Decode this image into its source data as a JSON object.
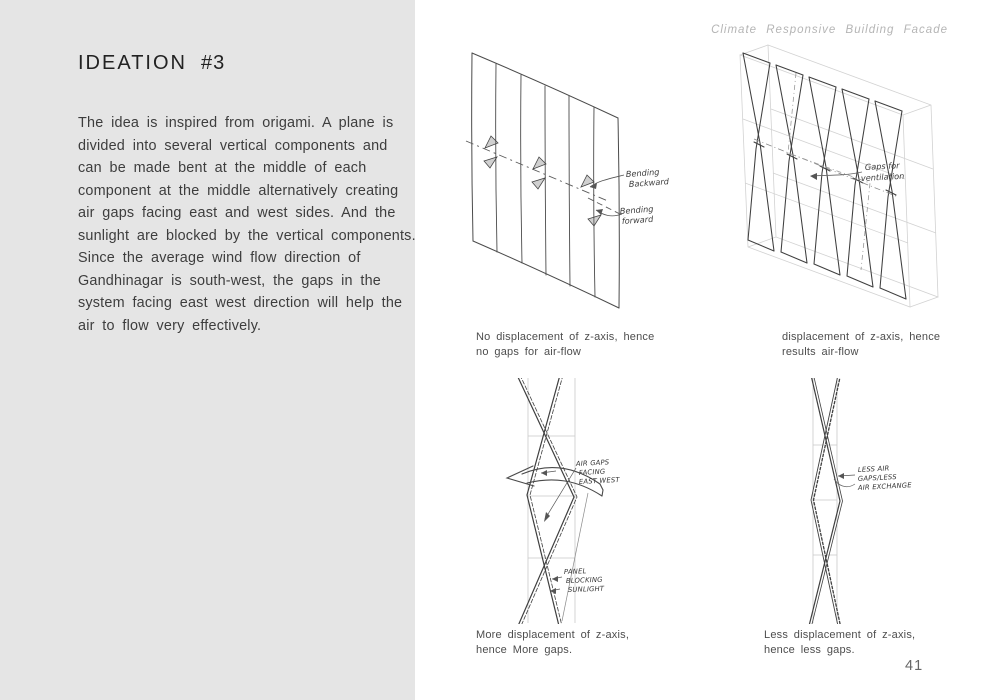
{
  "header": {
    "text": "Climate Responsive Building Facade"
  },
  "page_number": "41",
  "ideation": {
    "title_word": "IDEATION",
    "title_number": "#3",
    "body_lines": [
      "The idea is inspired from origami. A plane is",
      "divided into several vertical components and",
      "can be made bent at the middle of each",
      "component at the middle alternatively creating",
      "air gaps facing east and west sides. And the",
      "sunlight are blocked by the vertical components.",
      "Since the average wind flow direction of",
      "Gandhinagar is south-west, the gaps in the",
      "system facing east west direction will help the",
      "air to flow very effectively."
    ]
  },
  "figures": {
    "flat_plane": {
      "caption": [
        "No displacement of z-axis, hence",
        "no gaps for air-flow"
      ],
      "label_backward": [
        "Bending",
        "Backward"
      ],
      "label_forward": [
        "Bending",
        "forward"
      ]
    },
    "folded_plane": {
      "caption": [
        "displacement of z-axis, hence",
        "results air-flow"
      ],
      "label_gaps": [
        "Gaps for",
        "ventilation"
      ]
    },
    "plan_more": {
      "caption": [
        "More displacement of z-axis,",
        "hence More gaps."
      ],
      "label_airgaps": [
        "AIR GAPS",
        "FACING",
        "EAST WEST"
      ],
      "label_panel": [
        "PANEL",
        "BLOCKING",
        "SUNLIGHT"
      ]
    },
    "plan_less": {
      "caption": [
        "Less displacement of z-axis,",
        "hence less gaps."
      ],
      "label_less": [
        "LESS AIR",
        "GAPS/LESS",
        "AIR EXCHANGE"
      ]
    }
  },
  "colors": {
    "panel_bg": "#e5e5e5",
    "ink": "#4b4b4b",
    "construction": "#d2d2d2",
    "header_gray": "#b5b5b5"
  }
}
